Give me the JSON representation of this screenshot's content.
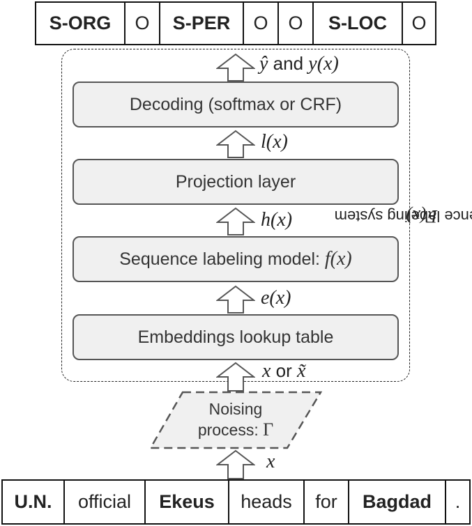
{
  "output_tags": [
    {
      "text": "S-ORG",
      "bold": true
    },
    {
      "text": "O",
      "bold": false
    },
    {
      "text": "S-PER",
      "bold": true
    },
    {
      "text": "O",
      "bold": false
    },
    {
      "text": "O",
      "bold": false
    },
    {
      "text": "S-LOC",
      "bold": true
    },
    {
      "text": "O",
      "bold": false
    }
  ],
  "input_tokens": [
    {
      "text": "U.N.",
      "bold": true
    },
    {
      "text": "official",
      "bold": false
    },
    {
      "text": "Ekeus",
      "bold": true
    },
    {
      "text": "heads",
      "bold": false
    },
    {
      "text": "for",
      "bold": false
    },
    {
      "text": "Bagdad",
      "bold": true
    },
    {
      "text": ".",
      "bold": false
    }
  ],
  "layers": {
    "decoding": "Decoding (softmax or CRF)",
    "projection": "Projection layer",
    "model_prefix": "Sequence labeling model: ",
    "model_math": "f(x)",
    "embeddings": "Embeddings lookup table"
  },
  "arrows": {
    "yhat": "ŷ",
    "and": " and ",
    "y": "y(x)",
    "l": "l(x)",
    "h": "h(x)",
    "e": "e(x)",
    "x1": "x",
    "or": " or ",
    "xtilde": "x̃",
    "x2": "x"
  },
  "noising": {
    "line1": "Noising",
    "line2": "process: ",
    "symbol": "Γ"
  },
  "system_label": {
    "text": "Sequence labeling system ",
    "math": "F(x)"
  }
}
